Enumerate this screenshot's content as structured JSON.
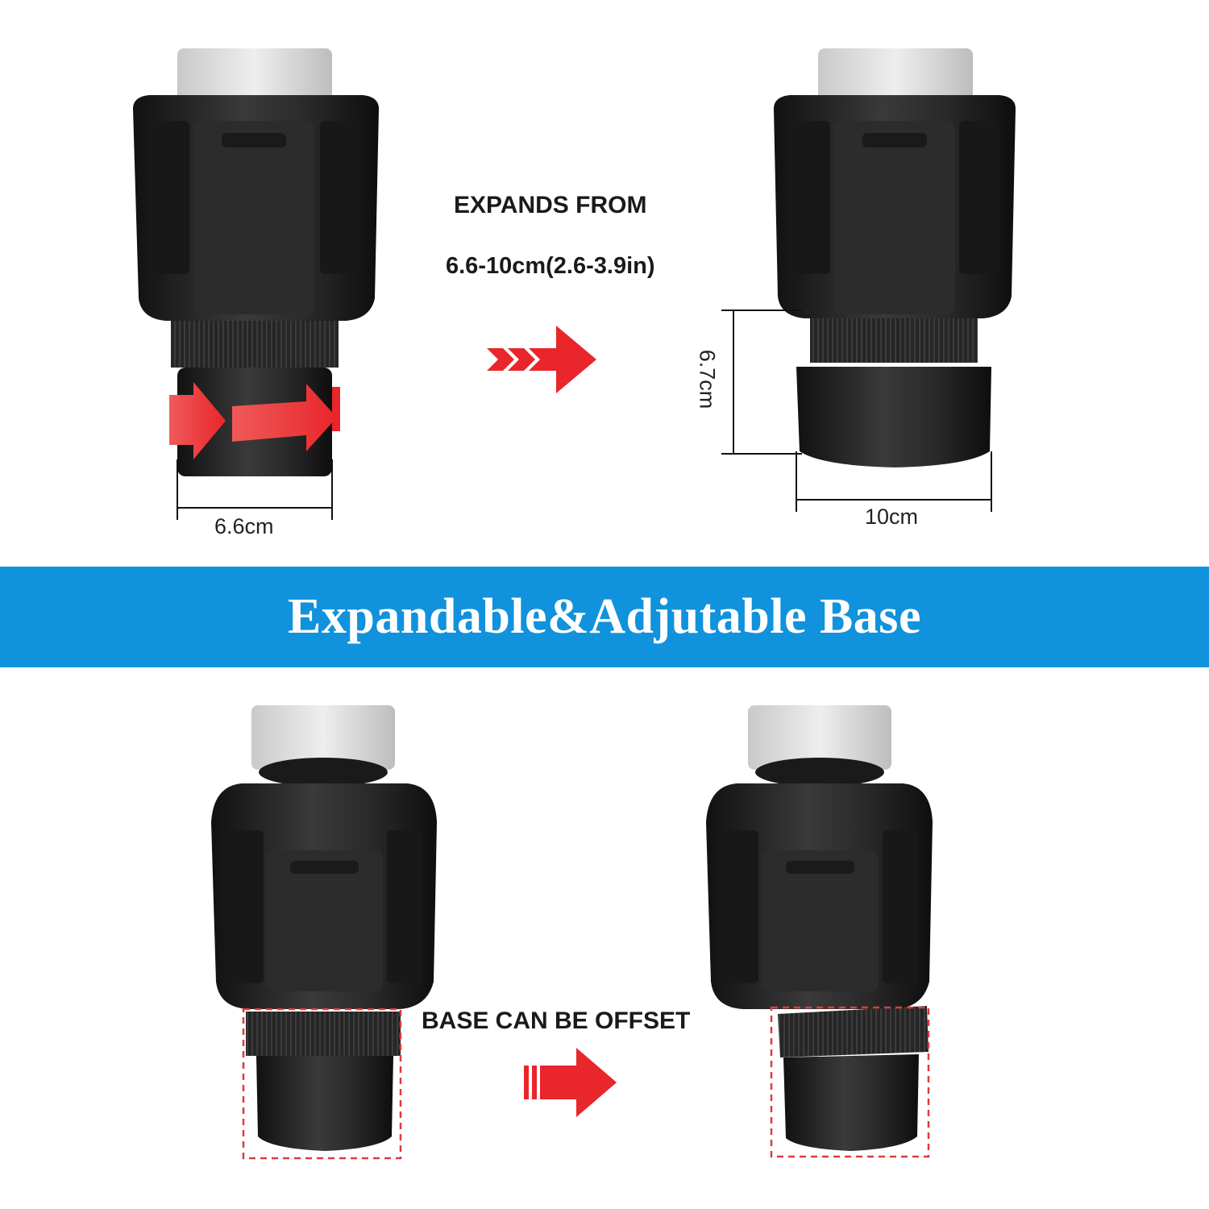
{
  "top_section": {
    "caption_line1": "EXPANDS FROM",
    "caption_line2": "6.6-10cm(2.6-3.9in)",
    "left_width_label": "6.6cm",
    "right_width_label": "10cm",
    "height_label": "6.7cm"
  },
  "banner": {
    "title": "Expandable&Adjutable Base",
    "color": "#1192dc"
  },
  "bottom_section": {
    "caption": "BASE CAN BE OFFSET"
  },
  "colors": {
    "accent_red": "#e8262b",
    "product_dark": "#1e1e1e",
    "dashed_box": "#e03a3a"
  },
  "icons": [
    "cup-holder-product-image",
    "red-arrow-icon",
    "rotate-arrow-icon"
  ]
}
